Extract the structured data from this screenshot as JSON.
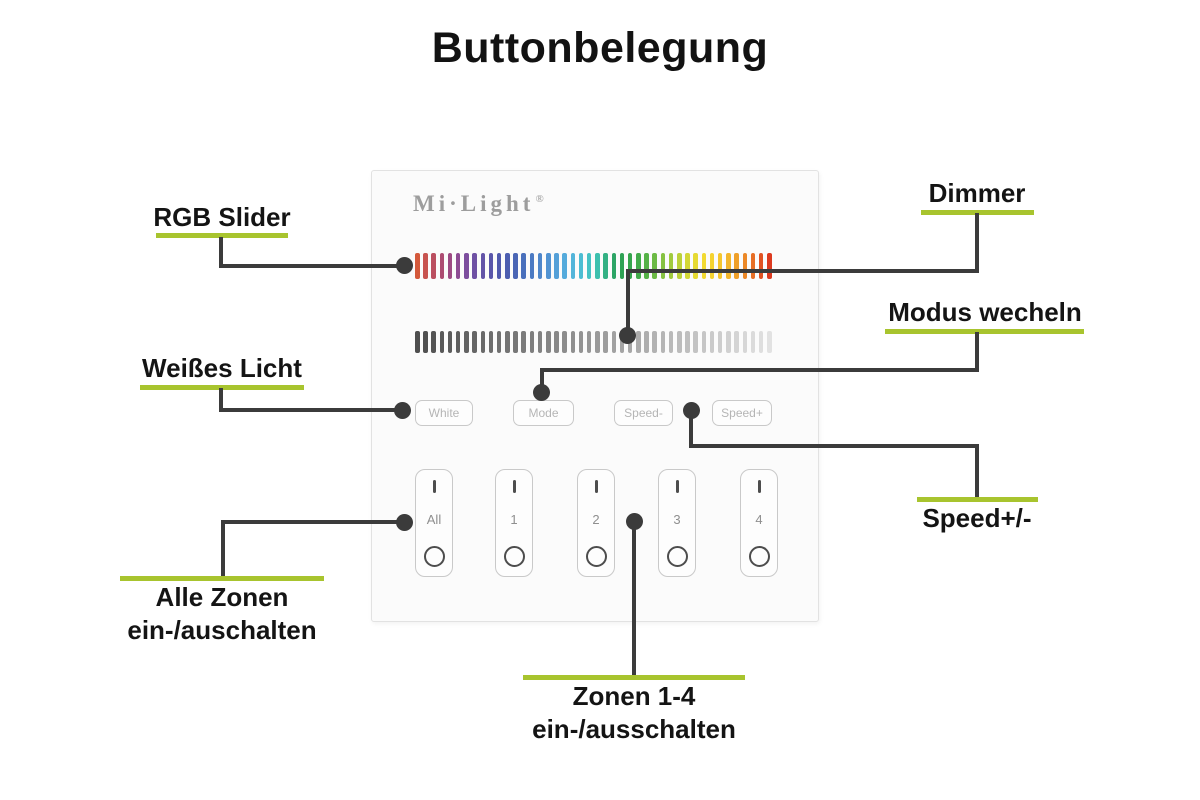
{
  "title": "Buttonbelegung",
  "accent_color": "#a8c42e",
  "line_color": "#3b3b3b",
  "device": {
    "brand": "Mi·Light",
    "brand_registered": "®",
    "rgb_strip_colors": [
      "#d4593b",
      "#c85450",
      "#bb4f60",
      "#ad4c72",
      "#9d4a83",
      "#8d4b93",
      "#7d4e9e",
      "#6f51a4",
      "#6354a8",
      "#5a56aa",
      "#5059ad",
      "#4d5eb0",
      "#4b66b5",
      "#4a70bc",
      "#4b7ac3",
      "#4e86ca",
      "#5193d2",
      "#54a0d8",
      "#55abdc",
      "#53b5da",
      "#4dbdd3",
      "#45c2c4",
      "#3dc0ae",
      "#34b184",
      "#2da566",
      "#2ea254",
      "#35a54d",
      "#42ab4a",
      "#55b247",
      "#6cba45",
      "#86c241",
      "#a0ca3e",
      "#bbd13a",
      "#d3d737",
      "#e6da33",
      "#f2da31",
      "#f5d330",
      "#f4c62e",
      "#f2b62c",
      "#efa029",
      "#ec8827",
      "#e76e25",
      "#e15222",
      "#dc3a1f"
    ],
    "dimmer_strip_colors": [
      "#4e4e4e",
      "#515151",
      "#555555",
      "#585858",
      "#5c5c5c",
      "#5f5f5f",
      "#636363",
      "#666666",
      "#6a6a6a",
      "#6d6d6d",
      "#707070",
      "#747474",
      "#777777",
      "#7b7b7b",
      "#7e7e7e",
      "#828282",
      "#858585",
      "#888888",
      "#8c8c8c",
      "#8f8f8f",
      "#939393",
      "#969696",
      "#9a9a9a",
      "#9d9d9d",
      "#a1a1a1",
      "#a4a4a4",
      "#a7a7a7",
      "#ababab",
      "#aeaeae",
      "#b2b2b2",
      "#b5b5b5",
      "#b9b9b9",
      "#bcbcbc",
      "#bfbfbf",
      "#c3c3c3",
      "#c6c6c6",
      "#cacaca",
      "#cdcdcd",
      "#d1d1d1",
      "#d4d4d4",
      "#d7d7d7",
      "#dbdbdb",
      "#dedede",
      "#e2e2e2"
    ],
    "function_buttons": [
      {
        "label": "White"
      },
      {
        "label": "Mode"
      },
      {
        "label": "Speed-"
      },
      {
        "label": "Speed+"
      }
    ],
    "zone_buttons": [
      {
        "label": "All"
      },
      {
        "label": "1"
      },
      {
        "label": "2"
      },
      {
        "label": "3"
      },
      {
        "label": "4"
      }
    ]
  },
  "callouts": {
    "rgb_slider": {
      "label": "RGB Slider"
    },
    "dimmer": {
      "label": "Dimmer"
    },
    "modus": {
      "label": "Modus wecheln"
    },
    "weisses_licht": {
      "label": "Weißes Licht"
    },
    "speed": {
      "label": "Speed+/-"
    },
    "alle_zonen": {
      "label_line1": "Alle Zonen",
      "label_line2": "ein-/auschalten"
    },
    "zonen_1_4": {
      "label_line1": "Zonen 1-4",
      "label_line2": "ein-/ausschalten"
    }
  }
}
